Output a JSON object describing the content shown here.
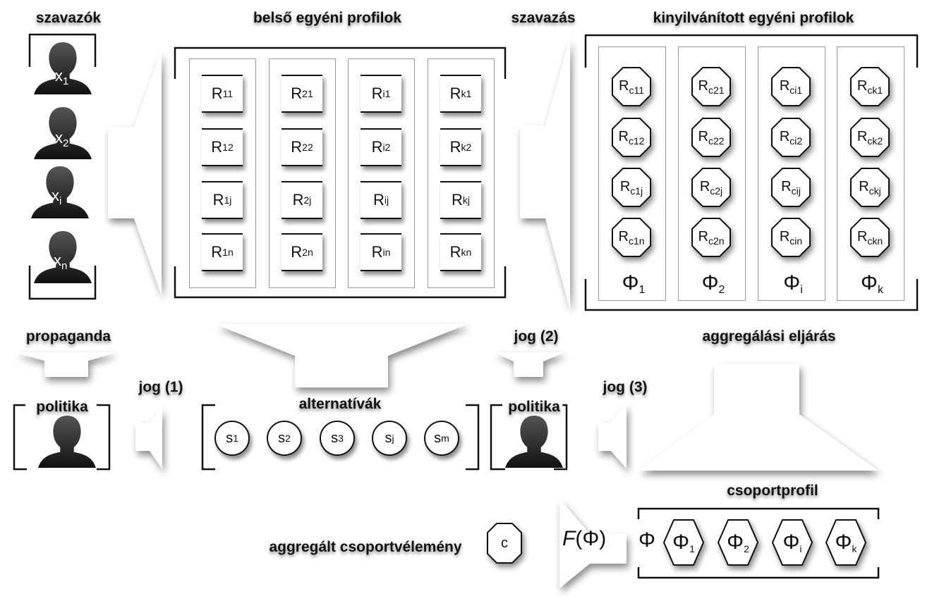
{
  "titles": {
    "voters": "szavazók",
    "internal_profiles": "belső egyéni profilok",
    "voting": "szavazás",
    "expressed_profiles": "kinyilvánított egyéni profilok",
    "propaganda": "propaganda",
    "politics_left": "politika",
    "law1": "jog (1)",
    "alternatives": "alternatívák",
    "law2": "jog (2)",
    "politics_right": "politika",
    "law3": "jog (3)",
    "aggregation": "aggregálási eljárás",
    "group_profile": "csoportprofil",
    "aggregated_opinion": "aggregált csoportvélemény"
  },
  "voters": [
    {
      "base": "x",
      "sub": "1"
    },
    {
      "base": "x",
      "sub": "2"
    },
    {
      "base": "x",
      "sub": "i"
    },
    {
      "base": "x",
      "sub": "n"
    }
  ],
  "internal": [
    [
      {
        "base": "R",
        "sub": "11"
      },
      {
        "base": "R",
        "sub": "12"
      },
      {
        "base": "R",
        "sub": "1j"
      },
      {
        "base": "R",
        "sub": "1n"
      }
    ],
    [
      {
        "base": "R",
        "sub": "21"
      },
      {
        "base": "R",
        "sub": "22"
      },
      {
        "base": "R",
        "sub": "2j"
      },
      {
        "base": "R",
        "sub": "2n"
      }
    ],
    [
      {
        "base": "R",
        "sub": "i1"
      },
      {
        "base": "R",
        "sub": "i2"
      },
      {
        "base": "R",
        "sub": "ij"
      },
      {
        "base": "R",
        "sub": "in"
      }
    ],
    [
      {
        "base": "R",
        "sub": "k1"
      },
      {
        "base": "R",
        "sub": "k2"
      },
      {
        "base": "R",
        "sub": "kj"
      },
      {
        "base": "R",
        "sub": "kn"
      }
    ]
  ],
  "expressed": [
    {
      "cells": [
        {
          "base": "R",
          "sub": "c11"
        },
        {
          "base": "R",
          "sub": "c12"
        },
        {
          "base": "R",
          "sub": "c1j"
        },
        {
          "base": "R",
          "sub": "c1n"
        }
      ],
      "phi": {
        "base": "Φ",
        "sub": "1"
      }
    },
    {
      "cells": [
        {
          "base": "R",
          "sub": "c21"
        },
        {
          "base": "R",
          "sub": "c22"
        },
        {
          "base": "R",
          "sub": "c2j"
        },
        {
          "base": "R",
          "sub": "c2n"
        }
      ],
      "phi": {
        "base": "Φ",
        "sub": "2"
      }
    },
    {
      "cells": [
        {
          "base": "R",
          "sub": "ci1"
        },
        {
          "base": "R",
          "sub": "ci2"
        },
        {
          "base": "R",
          "sub": "cij"
        },
        {
          "base": "R",
          "sub": "cin"
        }
      ],
      "phi": {
        "base": "Φ",
        "sub": "i"
      }
    },
    {
      "cells": [
        {
          "base": "R",
          "sub": "ck1"
        },
        {
          "base": "R",
          "sub": "ck2"
        },
        {
          "base": "R",
          "sub": "ckj"
        },
        {
          "base": "R",
          "sub": "ckn"
        }
      ],
      "phi": {
        "base": "Φ",
        "sub": "k"
      }
    }
  ],
  "alternatives": [
    {
      "base": "s",
      "sub": "1"
    },
    {
      "base": "s",
      "sub": "2"
    },
    {
      "base": "s",
      "sub": "3"
    },
    {
      "base": "s",
      "sub": "j"
    },
    {
      "base": "s",
      "sub": "m"
    }
  ],
  "group_profile": {
    "symbol": "Φ",
    "items": [
      {
        "base": "Φ",
        "sub": "1"
      },
      {
        "base": "Φ",
        "sub": "2"
      },
      {
        "base": "Φ",
        "sub": "i"
      },
      {
        "base": "Φ",
        "sub": "k"
      }
    ]
  },
  "aggregation_function": {
    "f": "F",
    "arg": "(Φ)"
  },
  "aggregated_result": "c"
}
